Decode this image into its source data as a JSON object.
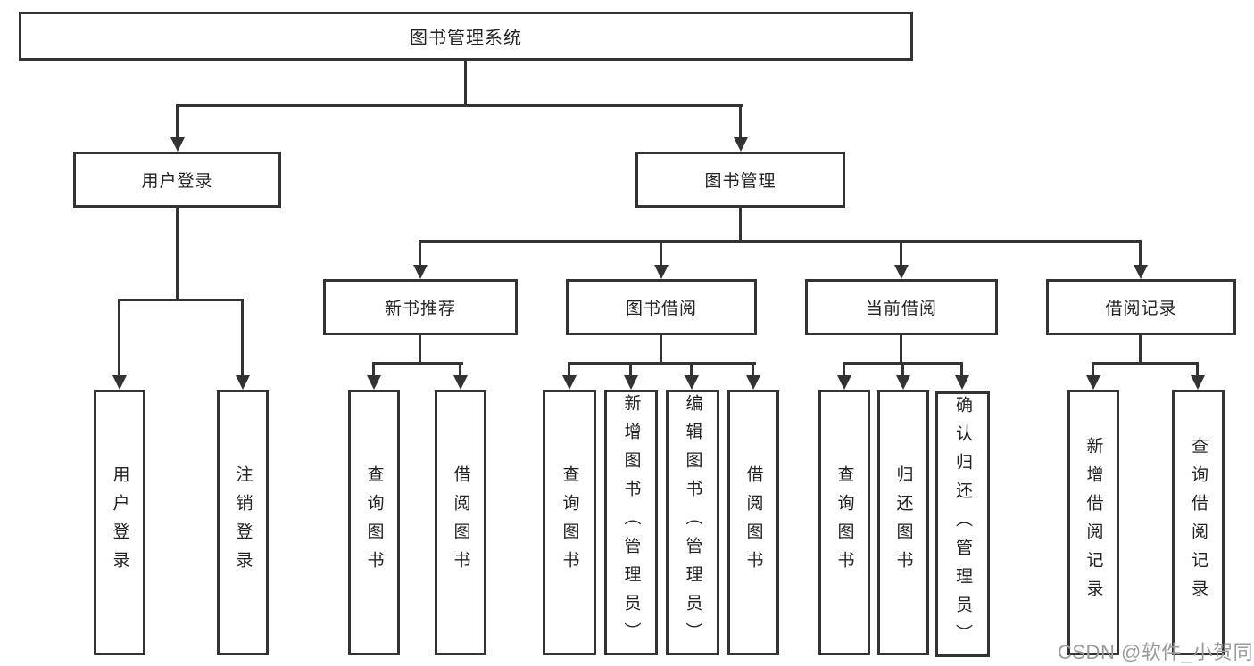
{
  "diagram": {
    "root": {
      "label": "图书管理系统"
    },
    "level2": [
      {
        "label": "用户登录"
      },
      {
        "label": "图书管理"
      }
    ],
    "level3": [
      {
        "label": "新书推荐"
      },
      {
        "label": "图书借阅"
      },
      {
        "label": "当前借阅"
      },
      {
        "label": "借阅记录"
      }
    ],
    "leaves": [
      {
        "label": "用户登录",
        "parent": "用户登录"
      },
      {
        "label": "注销登录",
        "parent": "用户登录"
      },
      {
        "label": "查询图书",
        "parent": "新书推荐"
      },
      {
        "label": "借阅图书",
        "parent": "新书推荐"
      },
      {
        "label": "查询图书",
        "parent": "图书借阅"
      },
      {
        "label": "新增图书（管理员）",
        "parent": "图书借阅"
      },
      {
        "label": "编辑图书（管理员）",
        "parent": "图书借阅"
      },
      {
        "label": "借阅图书",
        "parent": "图书借阅"
      },
      {
        "label": "查询图书",
        "parent": "当前借阅"
      },
      {
        "label": "归还图书",
        "parent": "当前借阅"
      },
      {
        "label": "确认归还（管理员）",
        "parent": "当前借阅"
      },
      {
        "label": "新增借阅记录",
        "parent": "借阅记录"
      },
      {
        "label": "查询借阅记录",
        "parent": "借阅记录"
      }
    ]
  },
  "watermark": "CSDN @软件_小贺同学",
  "colors": {
    "line": "#333333",
    "text": "#222222",
    "background": "#ffffff",
    "watermark": "#9b9b9b"
  }
}
